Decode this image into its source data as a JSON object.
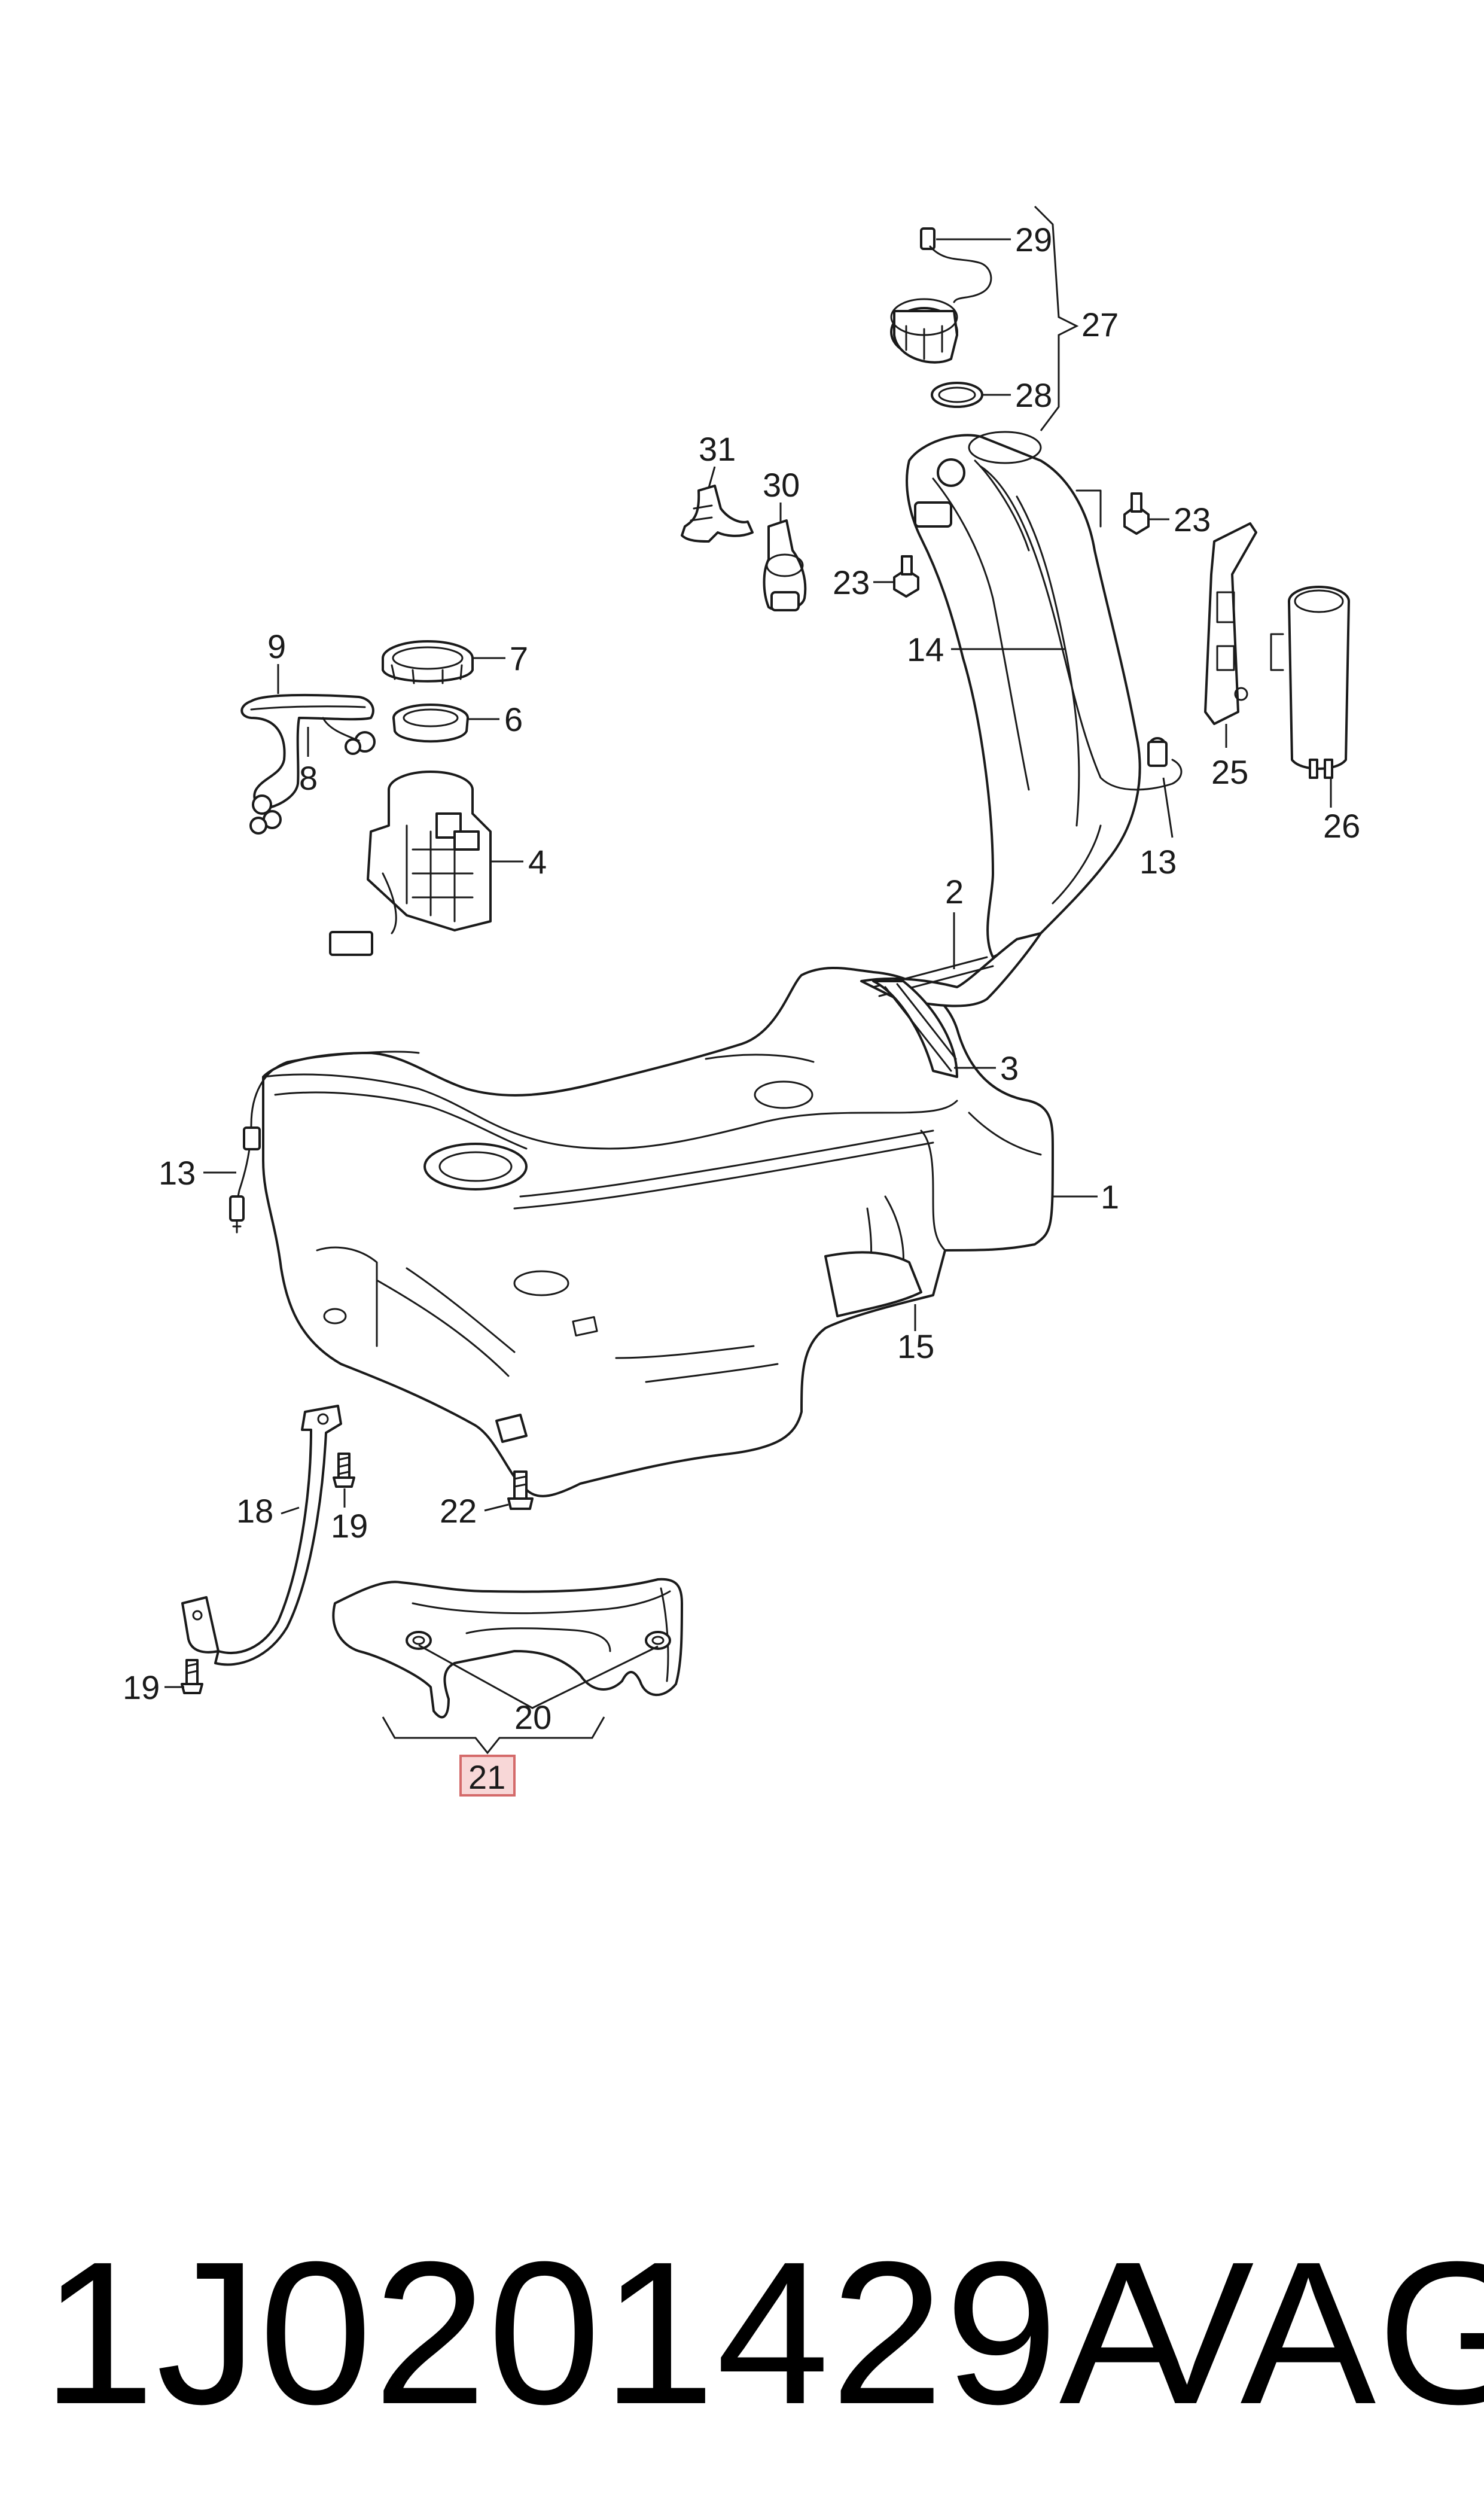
{
  "diagram": {
    "callouts": {
      "c1": "1",
      "c2": "2",
      "c3": "3",
      "c4": "4",
      "c6": "6",
      "c7": "7",
      "c8": "8",
      "c9": "9",
      "c13a": "13",
      "c13b": "13",
      "c14": "14",
      "c15": "15",
      "c18": "18",
      "c19a": "19",
      "c19b": "19",
      "c20": "20",
      "c21": "21",
      "c22": "22",
      "c23a": "23",
      "c23b": "23",
      "c25": "25",
      "c26": "26",
      "c27": "27",
      "c28": "28",
      "c29": "29",
      "c30": "30",
      "c31": "31"
    },
    "highlighted_callout": "21",
    "highlight_color": "#f8d7d7"
  },
  "footer": {
    "part_number": "1J0201429A",
    "brand": "VAG"
  }
}
